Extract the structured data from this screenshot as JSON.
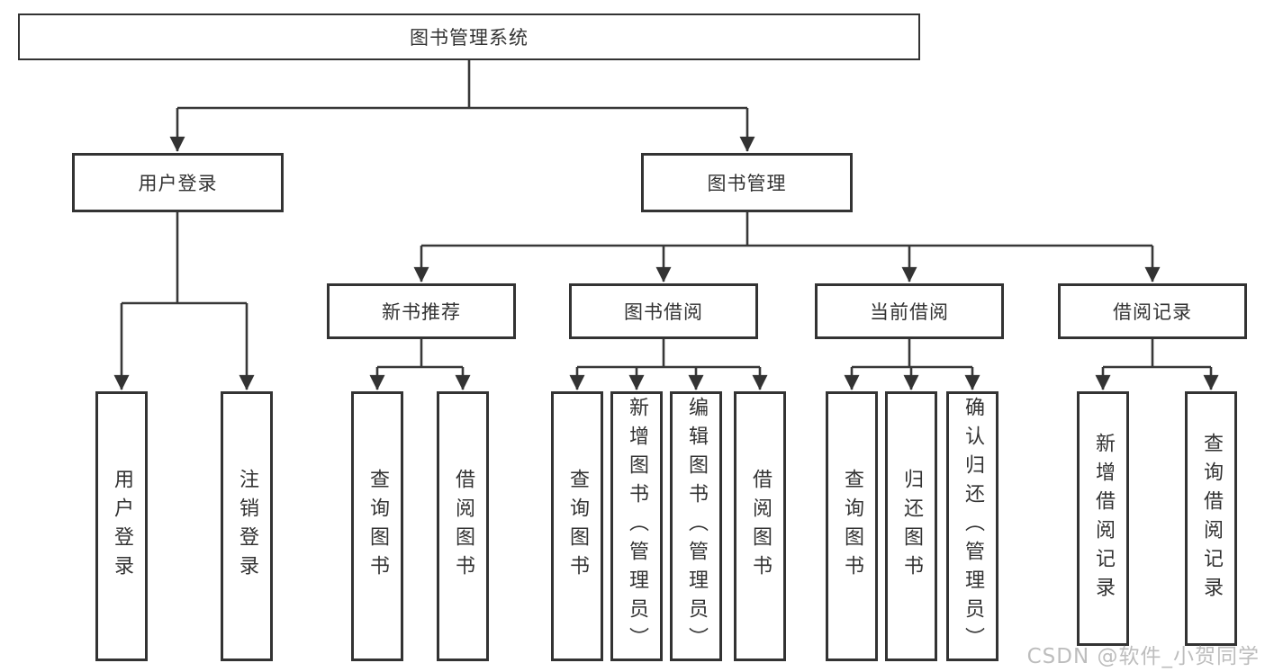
{
  "tree": {
    "label": "图书管理系统",
    "children": [
      {
        "label": "用户登录",
        "children": [
          {
            "label": "用户登录"
          },
          {
            "label": "注销登录"
          }
        ]
      },
      {
        "label": "图书管理",
        "children": [
          {
            "label": "新书推荐",
            "children": [
              {
                "label": "查询图书"
              },
              {
                "label": "借阅图书"
              }
            ]
          },
          {
            "label": "图书借阅",
            "children": [
              {
                "label": "查询图书"
              },
              {
                "label": "新增图书（管理员）"
              },
              {
                "label": "编辑图书（管理员）"
              },
              {
                "label": "借阅图书"
              }
            ]
          },
          {
            "label": "当前借阅",
            "children": [
              {
                "label": "查询图书"
              },
              {
                "label": "归还图书"
              },
              {
                "label": "确认归还（管理员）"
              }
            ]
          },
          {
            "label": "借阅记录",
            "children": [
              {
                "label": "新增借阅记录"
              },
              {
                "label": "查询借阅记录"
              }
            ]
          }
        ]
      }
    ]
  },
  "watermark": "CSDN @软件_小贺同学",
  "colors": {
    "line": "#383838",
    "box_border": "#333333",
    "text": "#333333",
    "watermark": "#bdbdbd",
    "background": "#ffffff"
  }
}
